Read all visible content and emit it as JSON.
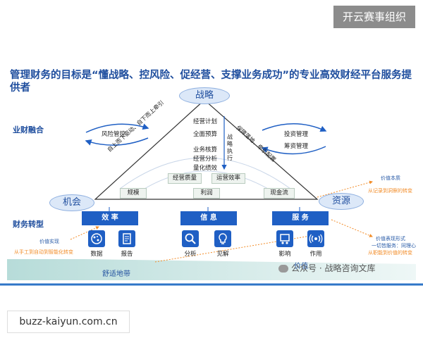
{
  "top_tag": "开云赛事组织",
  "bottom_url": "buzz-kaiyun.com.cn",
  "title": "管理财务的目标是“懂战略、控风险、促经营、支撑业务成功”的专业高效财经平台服务提供者",
  "side_labels": {
    "business_fusion": "业财融合",
    "finance_transform": "财务转型"
  },
  "ovals": {
    "strategy": "战略",
    "opportunity": "机会",
    "resource": "资源"
  },
  "left_loop": {
    "label": "风险管控"
  },
  "right_loop": {
    "items": [
      "投资管理",
      "筹资管理"
    ]
  },
  "left_edge_text": "自上而下驱动、自下而上牵引",
  "right_edge_text": "保障落地、牵引配置",
  "center_items": [
    "经营计划",
    "全面预算",
    "业务核算",
    "经营分析",
    "量化绩效"
  ],
  "vertical_text": "战略执行",
  "mid_boxes": [
    "经营质量",
    "运营效率"
  ],
  "bottom_boxes": [
    "规模",
    "利润",
    "现金流"
  ],
  "columns": [
    {
      "header": "效 率",
      "icons": [
        {
          "name": "data",
          "label": "数据"
        },
        {
          "name": "report",
          "label": "报告"
        }
      ]
    },
    {
      "header": "信 息",
      "icons": [
        {
          "name": "analysis",
          "label": "分析"
        },
        {
          "name": "insight",
          "label": "见解"
        }
      ]
    },
    {
      "header": "服 务",
      "icons": [
        {
          "name": "influence",
          "label": "影响"
        },
        {
          "name": "effect",
          "label": "作用"
        }
      ]
    }
  ],
  "left_notes": {
    "value_title": "价值实现",
    "value_sub": "从手工到自动到智能化转变"
  },
  "right_notes": {
    "essence_title": "价值本质",
    "essence_sub": "从记录到洞察的转变",
    "form_title": "价值表现形式",
    "form_sub1": "一切皆服务：同理心",
    "form_sub2": "从职能到价值的转变"
  },
  "comfort_zone": "舒适地带",
  "value_label": "价值",
  "watermark": "公众号 · 战略咨询文库",
  "colors": {
    "primary": "#1f5fc4",
    "title": "#1f4e9e",
    "accent": "#f28c28",
    "band": "#bfe0e0"
  }
}
